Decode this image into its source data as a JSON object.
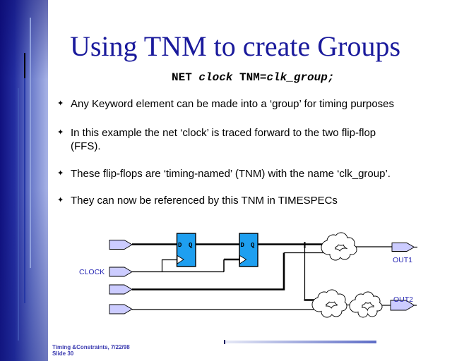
{
  "slide": {
    "title": "Using TNM to create Groups",
    "code": {
      "p1": "NET ",
      "p2": "clock",
      "p3": " TNM=",
      "p4": "clk_group;"
    },
    "bullets": [
      {
        "lines": [
          "Any Keyword element can be made into a ‘group’ for timing purposes"
        ]
      },
      {
        "lines": [
          "In this example the net ‘clock’ is traced forward to the two flip-flop",
          "(FFS)."
        ]
      },
      {
        "lines": [
          "These flip-flops are ‘timing-named’ (TNM) with the name ‘clk_group’."
        ]
      },
      {
        "lines": [
          "They can now be referenced by this TNM in TIMESPECs"
        ]
      }
    ],
    "diagram": {
      "clock_label": "CLOCK",
      "out1_label": "OUT1",
      "out2_label": "OUT2",
      "ff_d_label": "D",
      "ff_q_label": "Q"
    },
    "footer": {
      "line1": "Timing &Constraints, 7/22/98",
      "line2": "Slide 30"
    },
    "colors": {
      "title_blue": "#1A1A9C",
      "band_dark": "#10107E",
      "band_light": "#A9B4E6",
      "flipflop_fill": "#1E9FF0",
      "buffer_fill": "#CCCCFF",
      "label_blue": "#2828B4",
      "footer_text_blue": "#3A3AB0",
      "wire_black": "#000000"
    }
  }
}
